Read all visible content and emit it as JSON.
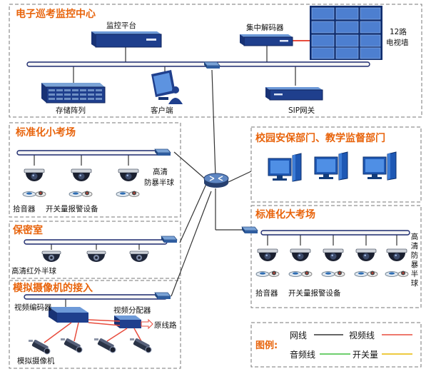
{
  "center": {
    "title": "电子巡考监控中心",
    "monitor_platform": "监控平台",
    "central_decoder": "集中解码器",
    "tv_wall": "12路\n电视墙",
    "tv_wall_line1": "12路",
    "tv_wall_line2": "电视墙",
    "storage": "存储阵列",
    "client": "客户端",
    "sip_gateway": "SIP网关"
  },
  "small_exam": {
    "title": "标准化小考场",
    "dome_label_line1": "高清",
    "dome_label_line2": "防暴半球",
    "pickup": "拾音器",
    "alarm": "开关量报警设备"
  },
  "security_dept": {
    "title": "校园安保部门、教学监督部门"
  },
  "secret_room": {
    "title": "保密室",
    "ir_dome": "高清红外半球"
  },
  "large_exam": {
    "title": "标准化大考场",
    "dome_label": "高清防暴半球",
    "pickup": "拾音器",
    "alarm": "开关量报警设备"
  },
  "analog": {
    "title": "模拟摄像机的接入",
    "encoder": "视频编码器",
    "splitter": "视频分配器",
    "original_line": "原线路",
    "camera": "模拟摄像机"
  },
  "legend": {
    "title": "图例:",
    "network": "网线",
    "video": "视频线",
    "audio": "音频线",
    "switch_signal": "开关量",
    "colors": {
      "network": "#333333",
      "video": "#e84c3d",
      "audio": "#3fbf3f",
      "switch_signal": "#e8b800"
    }
  },
  "icons": [
    "server-icon",
    "decoder-icon",
    "tv-wall-icon",
    "storage-icon",
    "client-icon",
    "gateway-icon",
    "switch-icon",
    "router-icon",
    "dome-camera-icon",
    "pickup-icon",
    "alarm-icon",
    "desktop-pc-icon",
    "encoder-icon",
    "splitter-icon",
    "bullet-camera-icon"
  ]
}
